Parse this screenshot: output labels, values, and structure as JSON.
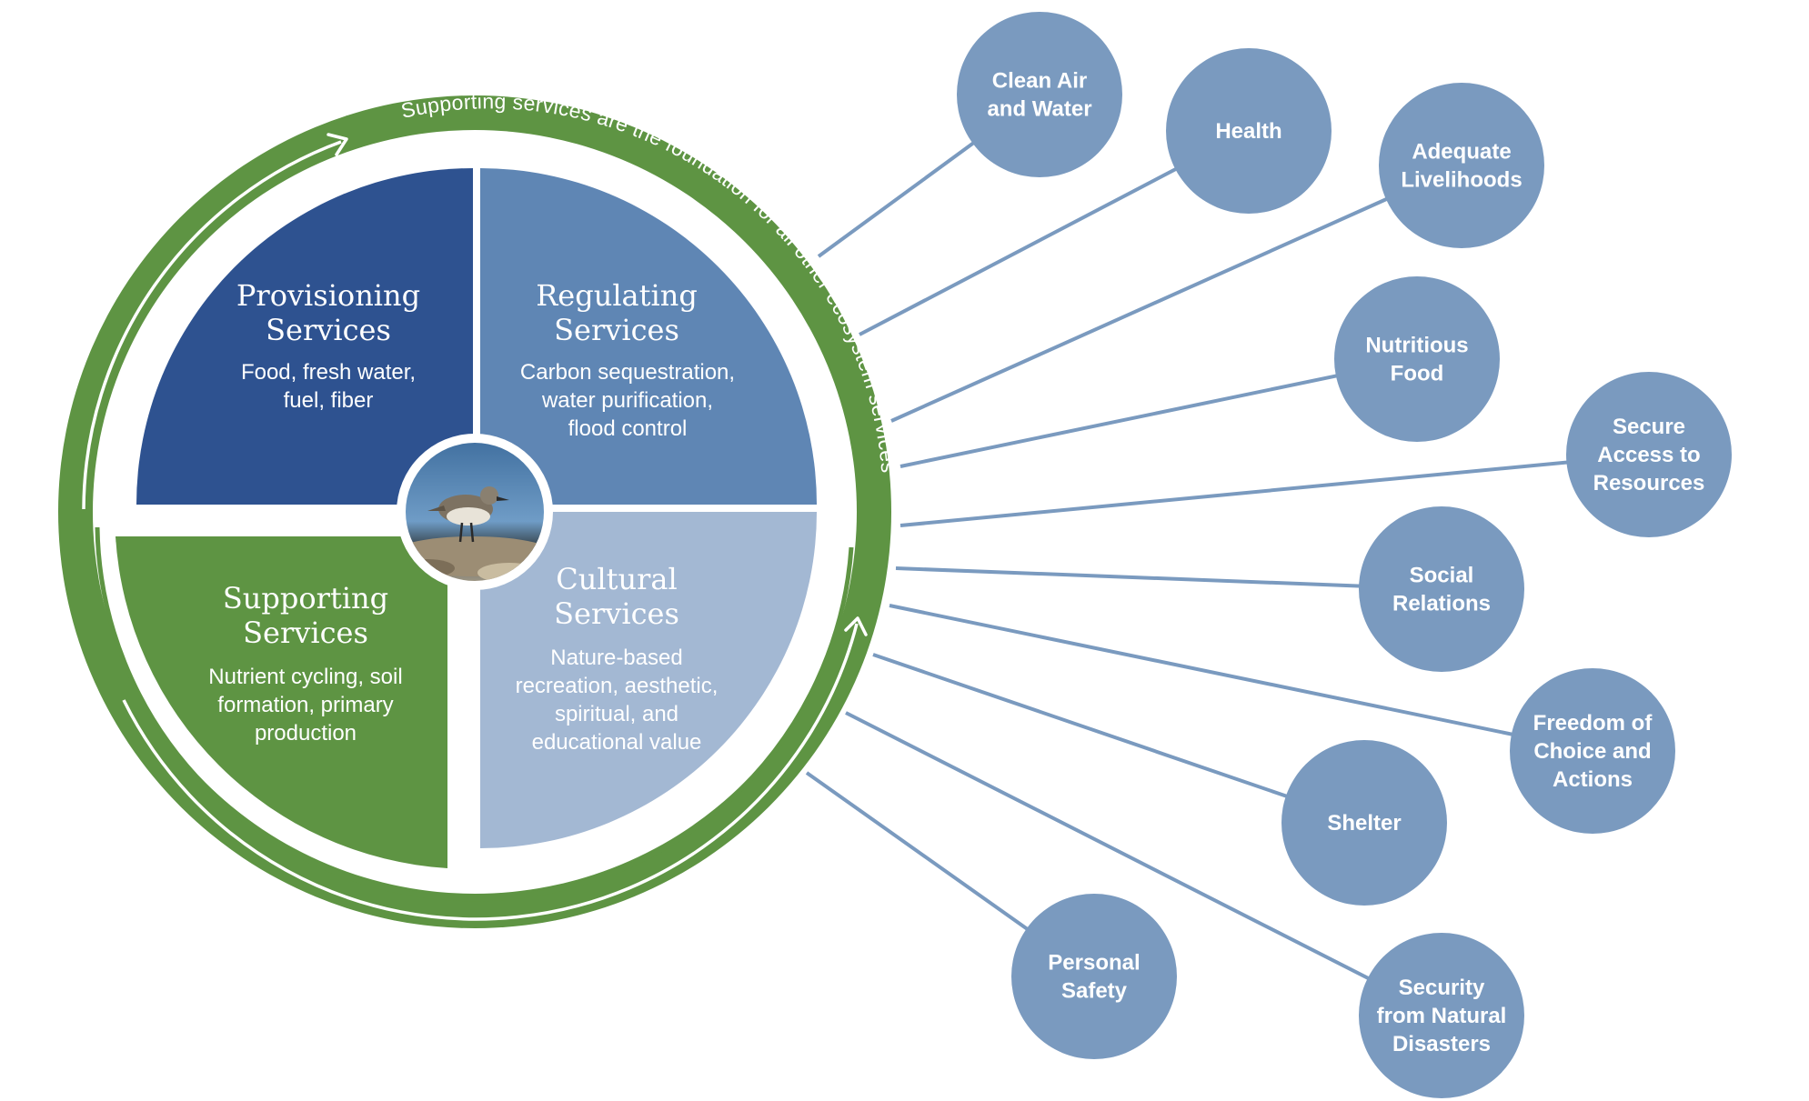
{
  "ring_label": "Supporting services are the foundation for all other ecosystem services",
  "quadrants": [
    {
      "id": "provisioning",
      "title": [
        "Provisioning",
        "Services"
      ],
      "desc": [
        "Food, fresh water,",
        "fuel, fiber"
      ]
    },
    {
      "id": "regulating",
      "title": [
        "Regulating",
        "Services"
      ],
      "desc": [
        "Carbon sequestration,",
        "water purification,",
        "flood control"
      ]
    },
    {
      "id": "supporting",
      "title": [
        "Supporting",
        "Services"
      ],
      "desc": [
        "Nutrient cycling, soil",
        "formation, primary",
        "production"
      ]
    },
    {
      "id": "cultural",
      "title": [
        "Cultural",
        "Services"
      ],
      "desc": [
        "Nature-based",
        "recreation, aesthetic,",
        "spiritual, and",
        "educational value"
      ]
    }
  ],
  "benefits": [
    {
      "id": "clean-air-and-water",
      "lines": [
        "Clean Air",
        "and Water"
      ]
    },
    {
      "id": "health",
      "lines": [
        "Health"
      ]
    },
    {
      "id": "adequate-livelihoods",
      "lines": [
        "Adequate",
        "Livelihoods"
      ]
    },
    {
      "id": "nutritious-food",
      "lines": [
        "Nutritious",
        "Food"
      ]
    },
    {
      "id": "secure-access-to-resources",
      "lines": [
        "Secure",
        "Access to",
        "Resources"
      ]
    },
    {
      "id": "social-relations",
      "lines": [
        "Social",
        "Relations"
      ]
    },
    {
      "id": "freedom-of-choice-and-actions",
      "lines": [
        "Freedom of",
        "Choice and",
        "Actions"
      ]
    },
    {
      "id": "shelter",
      "lines": [
        "Shelter"
      ]
    },
    {
      "id": "security-from-natural-disasters",
      "lines": [
        "Security",
        "from Natural",
        "Disasters"
      ]
    },
    {
      "id": "personal-safety",
      "lines": [
        "Personal",
        "Safety"
      ]
    }
  ],
  "colors": {
    "provisioning": "#2e5290",
    "regulating": "#5f86b4",
    "supporting": "#5e9443",
    "cultural": "#a3b8d3",
    "bubble": "#7a9abf",
    "connector": "#7a9abf",
    "ring": "#5e9443"
  },
  "center_image": "shorebird-photo"
}
